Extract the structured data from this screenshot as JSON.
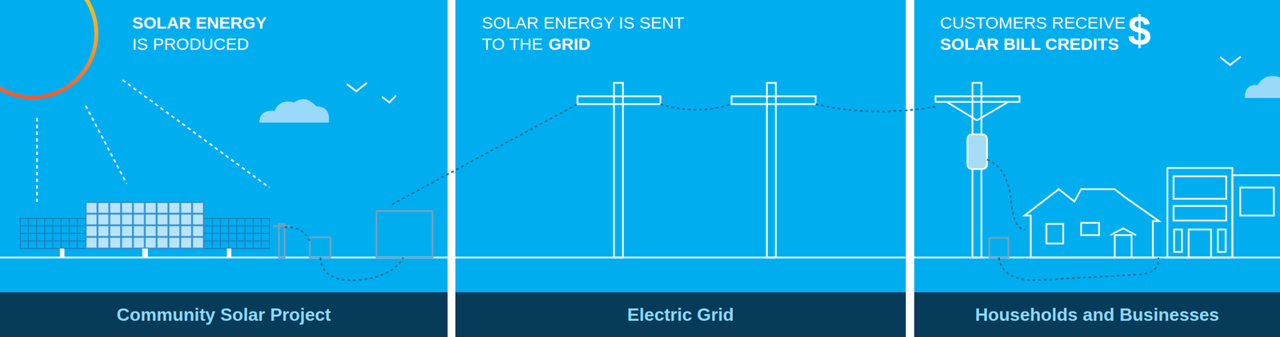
{
  "diagram": {
    "nodes": [
      {
        "text": [
          "SOLAR ENERGY",
          "IS PRODUCED"
        ]
      },
      {
        "text": [
          "Community Solar Project"
        ],
        "in": 0
      },
      {
        "text": [
          "SOLAR ENERGY IS SENT",
          "TO THE",
          "GRID"
        ]
      },
      {
        "text": [
          "Electric Grid"
        ],
        "in": 2
      },
      {
        "text": [
          "CUSTOMERS RECEIVE",
          "SOLAR BILL CREDITS",
          "$"
        ]
      },
      {
        "text": [
          "Households and Businesses"
        ],
        "in": 4
      }
    ]
  }
}
